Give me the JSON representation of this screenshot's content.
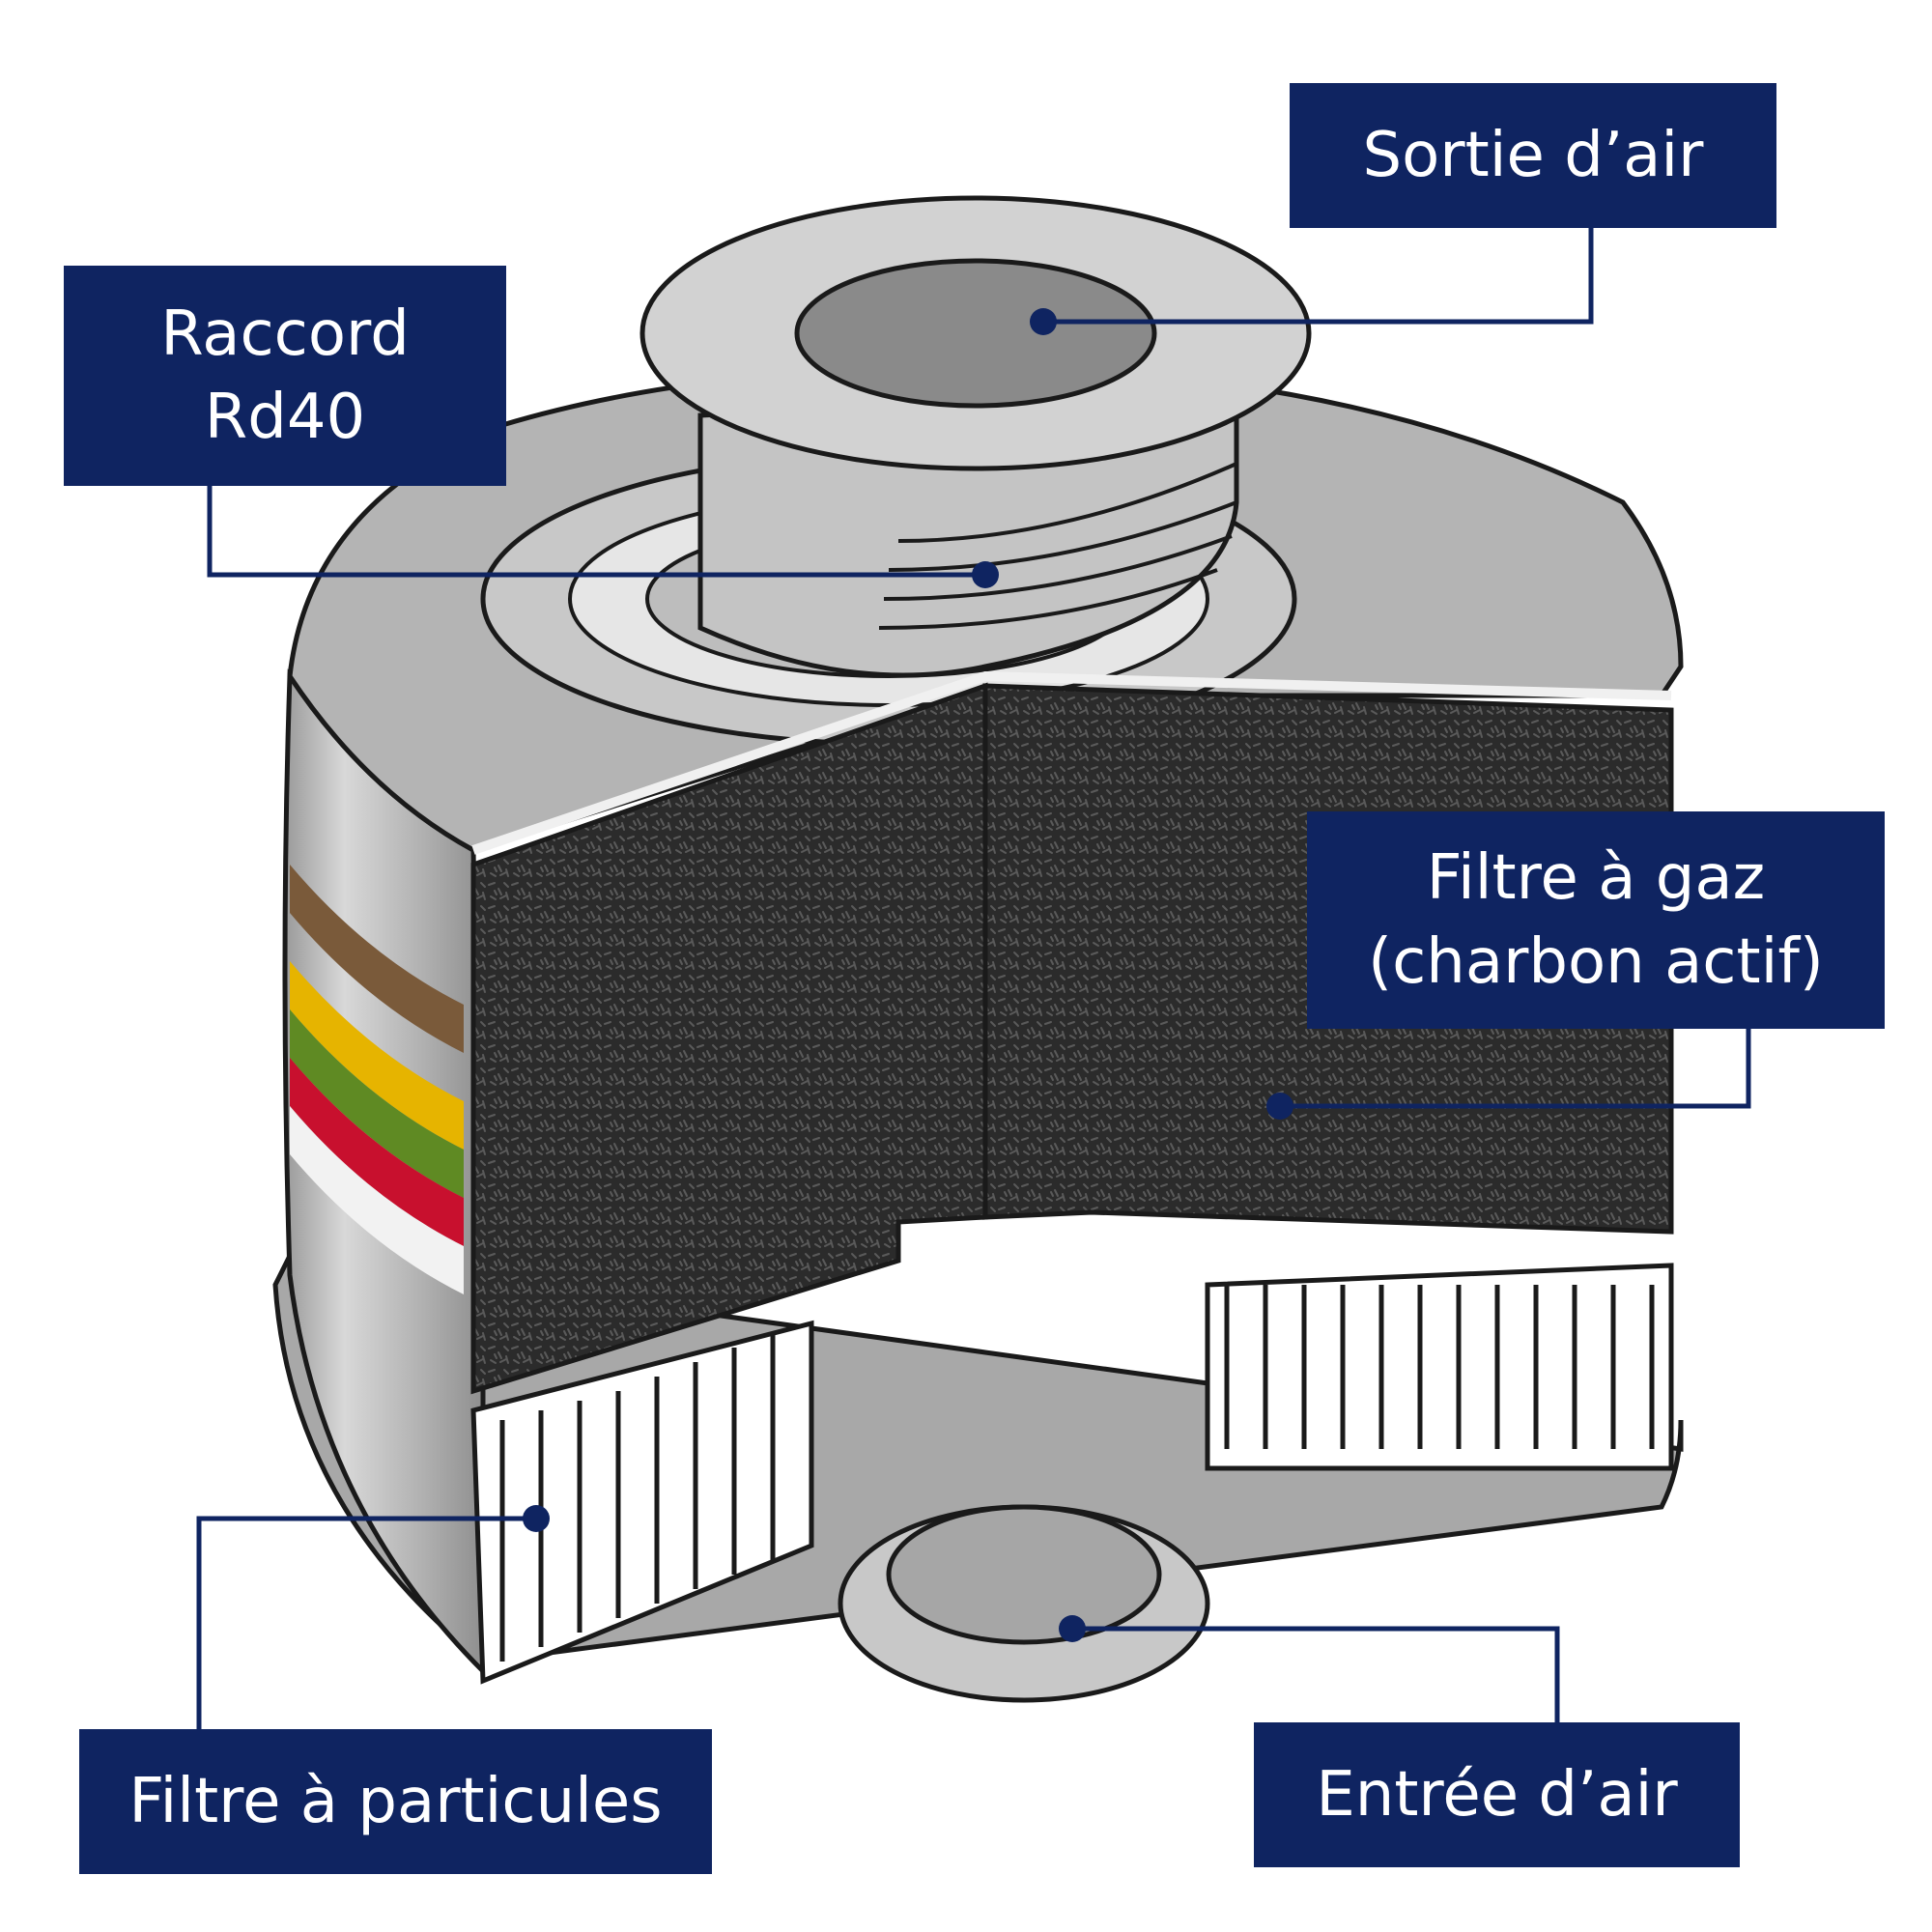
{
  "labels": {
    "sortie_air": "Sortie d’air",
    "raccord_line1": "Raccord",
    "raccord_line2": "Rd40",
    "filtre_gaz_line1": "Filtre à gaz",
    "filtre_gaz_line2": "(charbon actif)",
    "filtre_particules": "Filtre à particules",
    "entree_air": "Entrée d’air"
  },
  "colors": {
    "label_bg": "#0f2461",
    "label_text": "#ffffff",
    "leader_line": "#0f2461",
    "housing_grey": "#b4b4b4",
    "carbon": "#2e2e2e",
    "stripe_brown": "#7a5a3a",
    "stripe_yellow": "#e6b400",
    "stripe_green": "#5f8a23",
    "stripe_red": "#c8102e",
    "stripe_white": "#f2f2f2"
  }
}
